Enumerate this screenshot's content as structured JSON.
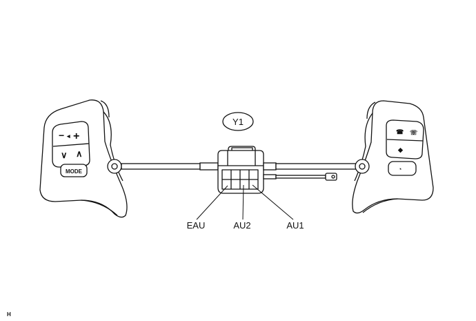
{
  "connector_label": "Y1",
  "terminals": [
    "EAU",
    "AU2",
    "AU1"
  ],
  "left_switch": {
    "mode_label": "MODE",
    "volume_minus": "−",
    "volume_plus": "+",
    "seek_down": "∨",
    "seek_up": "∧"
  },
  "corner_code": "H"
}
